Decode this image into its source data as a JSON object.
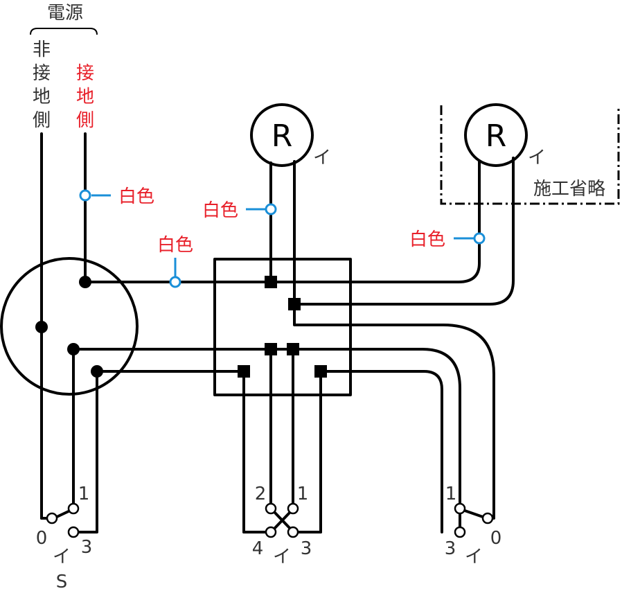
{
  "power_source": {
    "title": "電源",
    "ungrounded_side": [
      "非",
      "接",
      "地",
      "側"
    ],
    "grounded_side": [
      "接",
      "地",
      "側"
    ]
  },
  "wire_labels": {
    "white_1": "白色",
    "white_2": "白色",
    "white_3": "白色",
    "white_4": "白色"
  },
  "lamps": [
    {
      "symbol": "R",
      "tag": "イ"
    },
    {
      "symbol": "R",
      "tag": "イ",
      "note": "施工省略"
    }
  ],
  "switches": [
    {
      "name": "3-way switch left",
      "terminals": [
        "1",
        "0",
        "3"
      ],
      "tag": "イ",
      "sub": "S"
    },
    {
      "name": "4-way switch",
      "terminals": [
        "2",
        "1",
        "4",
        "3"
      ],
      "tag": "イ"
    },
    {
      "name": "3-way switch right",
      "terminals": [
        "1",
        "3",
        "0"
      ],
      "tag": "イ"
    }
  ],
  "colors": {
    "red_text": "#e8202a",
    "blue_marker": "#1a8fd8",
    "line": "#000000"
  }
}
